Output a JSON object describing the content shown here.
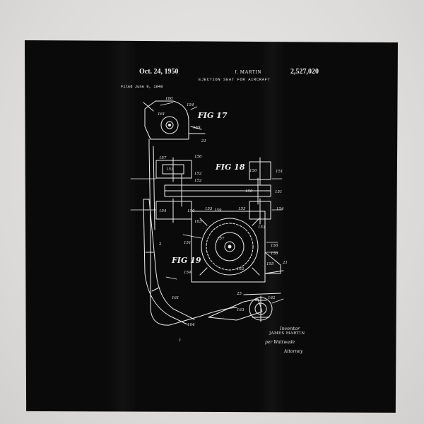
{
  "scene": {
    "description_type": "patent drawing tapestry hanging on wall",
    "colors": {
      "wall": "#e4e2e0",
      "fabric": "#0a0a0a",
      "ink": "#f2f2f2"
    }
  },
  "patent": {
    "date": "Oct. 24, 1950",
    "inventor_header": "J. MARTIN",
    "number": "2,527,020",
    "title": "EJECTION SEAT FOR AIRCRAFT",
    "filed": "Filed June 9, 1948"
  },
  "figures": {
    "fig17": "FIG 17",
    "fig18": "FIG 18",
    "fig19": "FIG 19"
  },
  "signature": {
    "inventor_label": "Inventor",
    "inventor_name": "JAMES MARTIN",
    "by": "per Wattwade",
    "attorney_label": "Attorney"
  }
}
